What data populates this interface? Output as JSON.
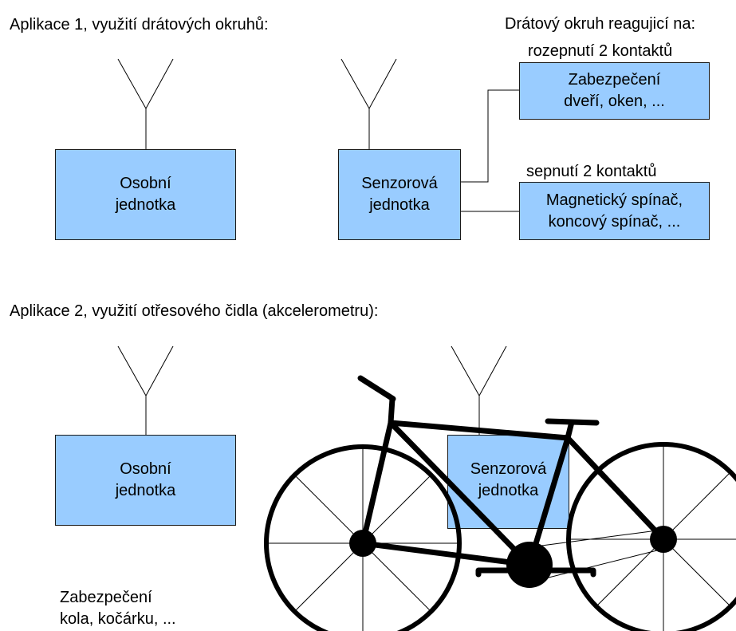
{
  "app1": {
    "heading": "Aplikace 1, využití drátových okruhů:",
    "circuit_heading": "Drátový okruh reagujicí na:",
    "open_label": "rozepnutí 2 kontaktů",
    "close_label": "sepnutí 2 kontaktů",
    "personal_unit": {
      "line1": "Osobní",
      "line2": "jednotka"
    },
    "sensor_unit": {
      "line1": "Senzorová",
      "line2": "jednotka"
    },
    "door_box": {
      "line1": "Zabezpečení",
      "line2": "dveří, oken, ..."
    },
    "switch_box": {
      "line1": "Magnetický spínač,",
      "line2": "koncový spínač, ..."
    }
  },
  "app2": {
    "heading": "Aplikace 2, využití otřesového čidla (akcelerometru):",
    "personal_unit": {
      "line1": "Osobní",
      "line2": "jednotka"
    },
    "sensor_unit": {
      "line1": "Senzorová",
      "line2": "jednotka"
    },
    "caption": {
      "line1": "Zabezpečení",
      "line2": "kola, kočárku, ..."
    }
  },
  "colors": {
    "box_fill": "#99ccff",
    "stroke": "#000000"
  },
  "icons": [
    "antenna-icon",
    "bicycle-icon"
  ]
}
